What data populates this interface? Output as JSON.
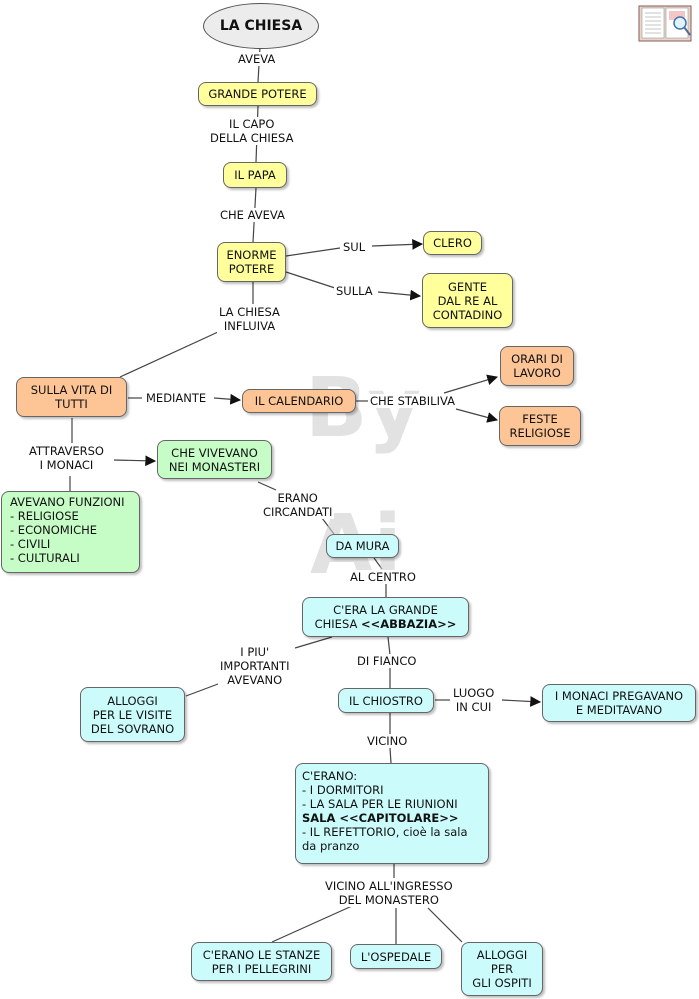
{
  "title": "LA CHIESA",
  "watermark": {
    "line1": "By",
    "line2": "Ai"
  },
  "nodes": {
    "grande_potere": "GRANDE POTERE",
    "il_papa": "IL PAPA",
    "enorme_potere": "ENORME\nPOTERE",
    "clero": "CLERO",
    "gente": "GENTE\nDAL RE AL\nCONTADINO",
    "sulla_vita": "SULLA VITA DI\nTUTTI",
    "calendario": "IL CALENDARIO",
    "orari": "ORARI DI\nLAVORO",
    "feste": "FESTE\nRELIGIOSE",
    "che_vivevano": "CHE VIVEVANO\nNEI MONASTERI",
    "funzioni": "AVEVANO FUNZIONI\n- RELIGIOSE\n- ECONOMICHE\n- CIVILI\n- CULTURALI",
    "da_mura": "DA MURA",
    "abbazia_prefix": "C'ERA LA GRANDE\nCHIESA ",
    "abbazia_bold": "<<ABBAZIA>>",
    "alloggi_sovrano": "ALLOGGI\nPER LE VISITE\nDEL SOVRANO",
    "chiostro": "IL CHIOSTRO",
    "monaci_pregavano": "I MONACI PREGAVANO\nE  MEDITAVANO",
    "c_erano_1": "C'ERANO:\n- I DORMITORI\n- LA SALA PER  LE RIUNIONI\n",
    "c_erano_bold": "SALA <<CAPITOLARE>>",
    "c_erano_2": "\n- IL REFETTORIO, cioè la sala\nda pranzo",
    "stanze": "C'ERANO LE STANZE\nPER I PELLEGRINI",
    "ospedale": "L'OSPEDALE",
    "alloggi_ospiti": "ALLOGGI\nPER\nGLI OSPITI"
  },
  "links": {
    "aveva": "AVEVA",
    "il_capo": "IL CAPO\nDELLA CHIESA",
    "che_aveva": "CHE AVEVA",
    "sul": "SUL",
    "sulla": "SULLA",
    "la_chiesa_influiva": "LA CHIESA\nINFLUIVA",
    "mediante": "MEDIANTE",
    "che_stabiliva": "CHE STABILIVA",
    "attraverso": "ATTRAVERSO\nI MONACI",
    "erano_circondati": "ERANO\nCIRCANDATI",
    "al_centro": "AL CENTRO",
    "i_piu_importanti": "I PIU'\nIMPORTANTI\nAVEVANO",
    "di_fianco": "DI FIANCO",
    "luogo_in_cui": "LUOGO\nIN CUI",
    "vicino": "VICINO",
    "vicino_ingresso": "VICINO ALL'INGRESSO\nDEL MONASTERO"
  },
  "colors": {
    "yellow": "#ffff9c",
    "orange": "#fdc596",
    "green": "#c6fcc6",
    "cyan": "#ccfbfc",
    "line": "#444444"
  },
  "icons": {
    "corner": "book-icon"
  }
}
